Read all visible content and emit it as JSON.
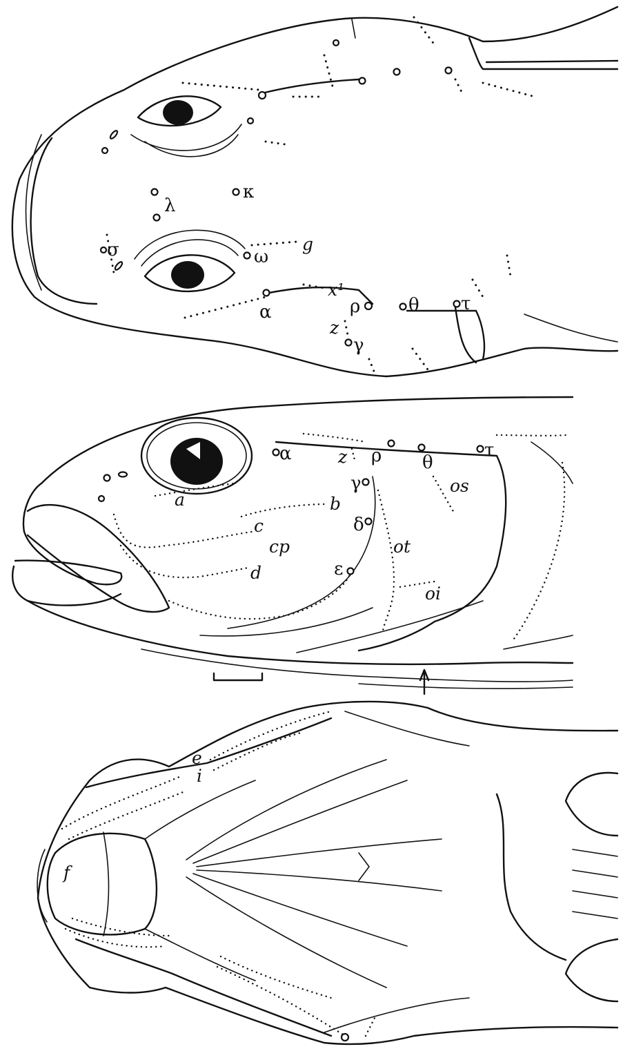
{
  "views": [
    {
      "name": "dorsal-view",
      "labels": {
        "kappa": "κ",
        "lambda": "λ",
        "sigma": "σ",
        "omega": "ω",
        "g": "g",
        "x1": "x¹",
        "alpha": "α",
        "rho": "ρ",
        "theta": "θ",
        "tau": "τ",
        "z": "z",
        "gamma": "γ"
      }
    },
    {
      "name": "lateral-view",
      "labels": {
        "alpha": "α",
        "z": "z",
        "rho": "ρ",
        "theta": "θ",
        "tau": "τ",
        "gamma": "γ",
        "os": "os",
        "a": "a",
        "b": "b",
        "c": "c",
        "cp": "cp",
        "d": "d",
        "delta": "δ",
        "epsilon": "ε",
        "ot": "ot",
        "oi": "oi"
      }
    },
    {
      "name": "ventral-view",
      "labels": {
        "e": "e",
        "i": "i",
        "f": "f"
      }
    }
  ]
}
